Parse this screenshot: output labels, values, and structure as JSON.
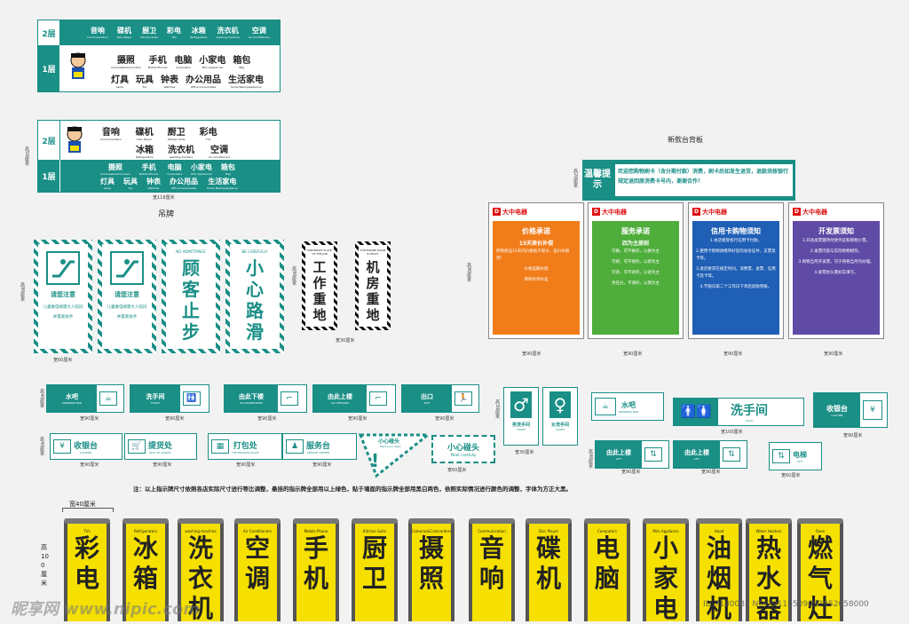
{
  "directory_top": {
    "floor2_label": "2层",
    "floor1_label": "1层",
    "row2": [
      {
        "cn": "音响",
        "en": "Communication"
      },
      {
        "cn": "碟机",
        "en": "Disc Player"
      },
      {
        "cn": "厨卫",
        "en": "Kitchen Suits"
      },
      {
        "cn": "彩电",
        "en": "TVs"
      },
      {
        "cn": "冰箱",
        "en": "Refrigerators"
      },
      {
        "cn": "洗衣机",
        "en": "washing-machine"
      },
      {
        "cn": "空调",
        "en": "Air Conditioners"
      }
    ],
    "row1a": [
      {
        "cn": "摄照",
        "en": "Cameras&Camcorders"
      },
      {
        "cn": "手机",
        "en": "Mobile Phones"
      },
      {
        "cn": "电脑",
        "en": "Computers"
      },
      {
        "cn": "小家电",
        "en": "Mini Appliances"
      },
      {
        "cn": "箱包",
        "en": "Bag"
      }
    ],
    "row1b": [
      {
        "cn": "灯具",
        "en": "Lamp"
      },
      {
        "cn": "玩具",
        "en": "Toy"
      },
      {
        "cn": "钟表",
        "en": "Watches"
      },
      {
        "cn": "办公用品",
        "en": "Office Consumable"
      },
      {
        "cn": "生活家电",
        "en": "Home Belongappliance"
      }
    ]
  },
  "directory_bottom": {
    "floor2_label": "2层",
    "floor1_label": "1层",
    "row2a": [
      {
        "cn": "音响",
        "en": "Communication"
      },
      {
        "cn": "碟机",
        "en": "Disc Player"
      },
      {
        "cn": "厨卫",
        "en": "Kitchen Suits"
      },
      {
        "cn": "彩电",
        "en": "TVs"
      }
    ],
    "row2b": [
      {
        "cn": "冰箱",
        "en": "Refrigerators"
      },
      {
        "cn": "洗衣机",
        "en": "washing-machine"
      },
      {
        "cn": "空调",
        "en": "Air Conditioners"
      }
    ],
    "row1a": [
      {
        "cn": "摄照",
        "en": "Cameras&Camcorders"
      },
      {
        "cn": "手机",
        "en": "Mobile Phones"
      },
      {
        "cn": "电脑",
        "en": "Computers"
      },
      {
        "cn": "小家电",
        "en": "Mini Appliances"
      },
      {
        "cn": "箱包",
        "en": "Bag"
      }
    ],
    "row1b": [
      {
        "cn": "灯具",
        "en": "Lamp"
      },
      {
        "cn": "玩具",
        "en": "Toy"
      },
      {
        "cn": "钟表",
        "en": "Watches"
      },
      {
        "cn": "办公用品",
        "en": "Office Consumable"
      },
      {
        "cn": "生活家电",
        "en": "Home Belongappliance"
      }
    ],
    "height_note": "高50厘米",
    "width_note": "宽118厘米",
    "caption": "吊牌"
  },
  "counter_panel": {
    "caption": "新款台背板",
    "notice_title": "温馨提示",
    "notice_text": "欢迎您购物刷卡（含分期付款）消费，刷卡后如发生退货，退款须按银行规定退回原消费卡号内，谢谢合作！",
    "height_note": "高20厘米",
    "brand": "大中电器",
    "cards": [
      {
        "title": "价格承诺",
        "sub": "15天差价补偿",
        "lines": [
          "所购商品15天内价格低于现价，差价补偿到！",
          "价格差额补偿",
          "简简单单补差"
        ],
        "color": "#f07d1a"
      },
      {
        "title": "服务承诺",
        "sub": "四为主原则",
        "lines": [
          "可换，可不换的，以换为主",
          "可修，可不修的，以修为主",
          "可退，可不退的，以退为主",
          "责任分，不清的，以我为主"
        ],
        "color": "#4fae3b"
      },
      {
        "title": "信用卡购物须知",
        "sub": "",
        "lines": [
          "1.本店接受各行信用卡付款。",
          "2.使用卡购物请携带好您的身份证件，支票及卡等。",
          "3.退货要求在规定时间，消费票、发票、信用卡及卡等。",
          "4.节假日第二个工作日下单后退款到账。"
        ],
        "color": "#1f5fb5"
      },
      {
        "title": "开发票须知",
        "sub": "",
        "lines": [
          "1.开具发票需持付款凭证和购物小票。",
          "2.发票内容与实际购物相符。",
          "3.购物当月开发票，可于购物当月内办理。",
          "4.发票抬头需如实填写。"
        ],
        "color": "#5f4aa6"
      }
    ],
    "width_note": "宽90厘米",
    "height_note2": "高90厘米"
  },
  "warnings": [
    {
      "title": "请您注意",
      "text": "儿童乘电梯需大人陪同并握紧扶手",
      "icon": "escalator-icon"
    },
    {
      "title": "请您注意",
      "text": "儿童乘电梯需大人陪同并握紧扶手",
      "icon": "escalator-icon"
    },
    {
      "en": "NO ADMITTANCE",
      "cn": "顾客止步"
    },
    {
      "en": "BE CAREFULLY",
      "cn": "小心路滑"
    }
  ],
  "warnings_bw": [
    {
      "en": "IMPORTANT PLACE OF THE JOB",
      "cn": "工作重地"
    },
    {
      "en": "THE ENGINE ROOM IS HEAVY",
      "cn": "机房重地"
    }
  ],
  "warnings_height": "高90厘米",
  "warnings_width": "宽60厘米",
  "bw_width": "宽30厘米",
  "bw_height": "高90厘米",
  "wayfinding": [
    {
      "cn": "水吧",
      "en": "DRINKING BAR",
      "icon": "cup-icon"
    },
    {
      "cn": "洗手间",
      "en": "TOILET",
      "icon": "toilet-icon"
    },
    {
      "cn": "由此下楼",
      "en": "GO DOWNSTAIRS",
      "icon": "stairs-icon"
    },
    {
      "cn": "由此上楼",
      "en": "GO UPSTAIRS",
      "icon": "stairs-icon"
    },
    {
      "cn": "出口",
      "en": "EXIT",
      "icon": "exit-icon"
    },
    {
      "cn": "收银台",
      "en": "CASHIER",
      "icon": "yen-icon"
    },
    {
      "cn": "提货处",
      "en": "PICK UP GOODS",
      "icon": "cart-icon"
    },
    {
      "cn": "打包处",
      "en": "THE PACKING PLACE",
      "icon": "box-icon"
    },
    {
      "cn": "服务台",
      "en": "SERVICE CENTER",
      "icon": "service-icon"
    },
    {
      "cn": "小心碰头",
      "en": "Mind your head"
    },
    {
      "cn": "小心碰头",
      "en": "Meet carefully"
    }
  ],
  "toilets": [
    {
      "cn": "男洗手间",
      "en": "TOILET"
    },
    {
      "cn": "女洗手间",
      "en": "TOILET"
    }
  ],
  "right_signs": [
    {
      "cn": "水吧",
      "en": "DRINKING BAR"
    },
    {
      "cn": "洗手间",
      "en": "Toilet"
    },
    {
      "cn": "收银台",
      "en": "CASHIER"
    },
    {
      "cn": "由此上楼",
      "en": "LIFT"
    },
    {
      "cn": "由此上楼",
      "en": "LIFT"
    },
    {
      "cn": "电梯",
      "en": "LIFT"
    }
  ],
  "dims": {
    "w40": "宽40厘米",
    "h30": "高30厘米",
    "w30": "宽30厘米",
    "w100": "宽100厘米",
    "w90": "宽90厘米",
    "h40": "高40厘米",
    "w60": "宽60厘米"
  },
  "note": "注：以上指示牌尺寸依照各店实际尺寸进行等比调整，悬挂的指示牌全部用以上绿色，贴于墙面的指示牌全部用黑白两色，依照实际情况进行颜色的调整，字体为方正大黑。",
  "banner_width": "宽40厘米",
  "banner_height": "高100厘米",
  "banners": [
    {
      "en": "TVs",
      "cn": "彩电"
    },
    {
      "en": "Refrigerators",
      "cn": "冰箱"
    },
    {
      "en": "washing-machine",
      "cn": "洗衣机"
    },
    {
      "en": "Air Conditioners",
      "cn": "空调"
    },
    {
      "en": "Mobile Phone",
      "cn": "手机"
    },
    {
      "en": "Kitchen Suits",
      "cn": "厨卫"
    },
    {
      "en": "Cameras&Camcorders",
      "cn": "摄照"
    },
    {
      "en": "Communication",
      "cn": "音响"
    },
    {
      "en": "Disc Player",
      "cn": "碟机"
    },
    {
      "en": "Computers",
      "cn": "电脑"
    },
    {
      "en": "Mini Appliance",
      "cn": "小家电"
    },
    {
      "en": "Hood",
      "cn": "油烟机"
    },
    {
      "en": "Water Heaters",
      "cn": "热水器"
    },
    {
      "en": "Oven",
      "cn": "燃气灶"
    }
  ],
  "watermark_left": "昵享网 www.nipic.com",
  "watermark_right": "ID:7180083 NO:20110509093952058000"
}
